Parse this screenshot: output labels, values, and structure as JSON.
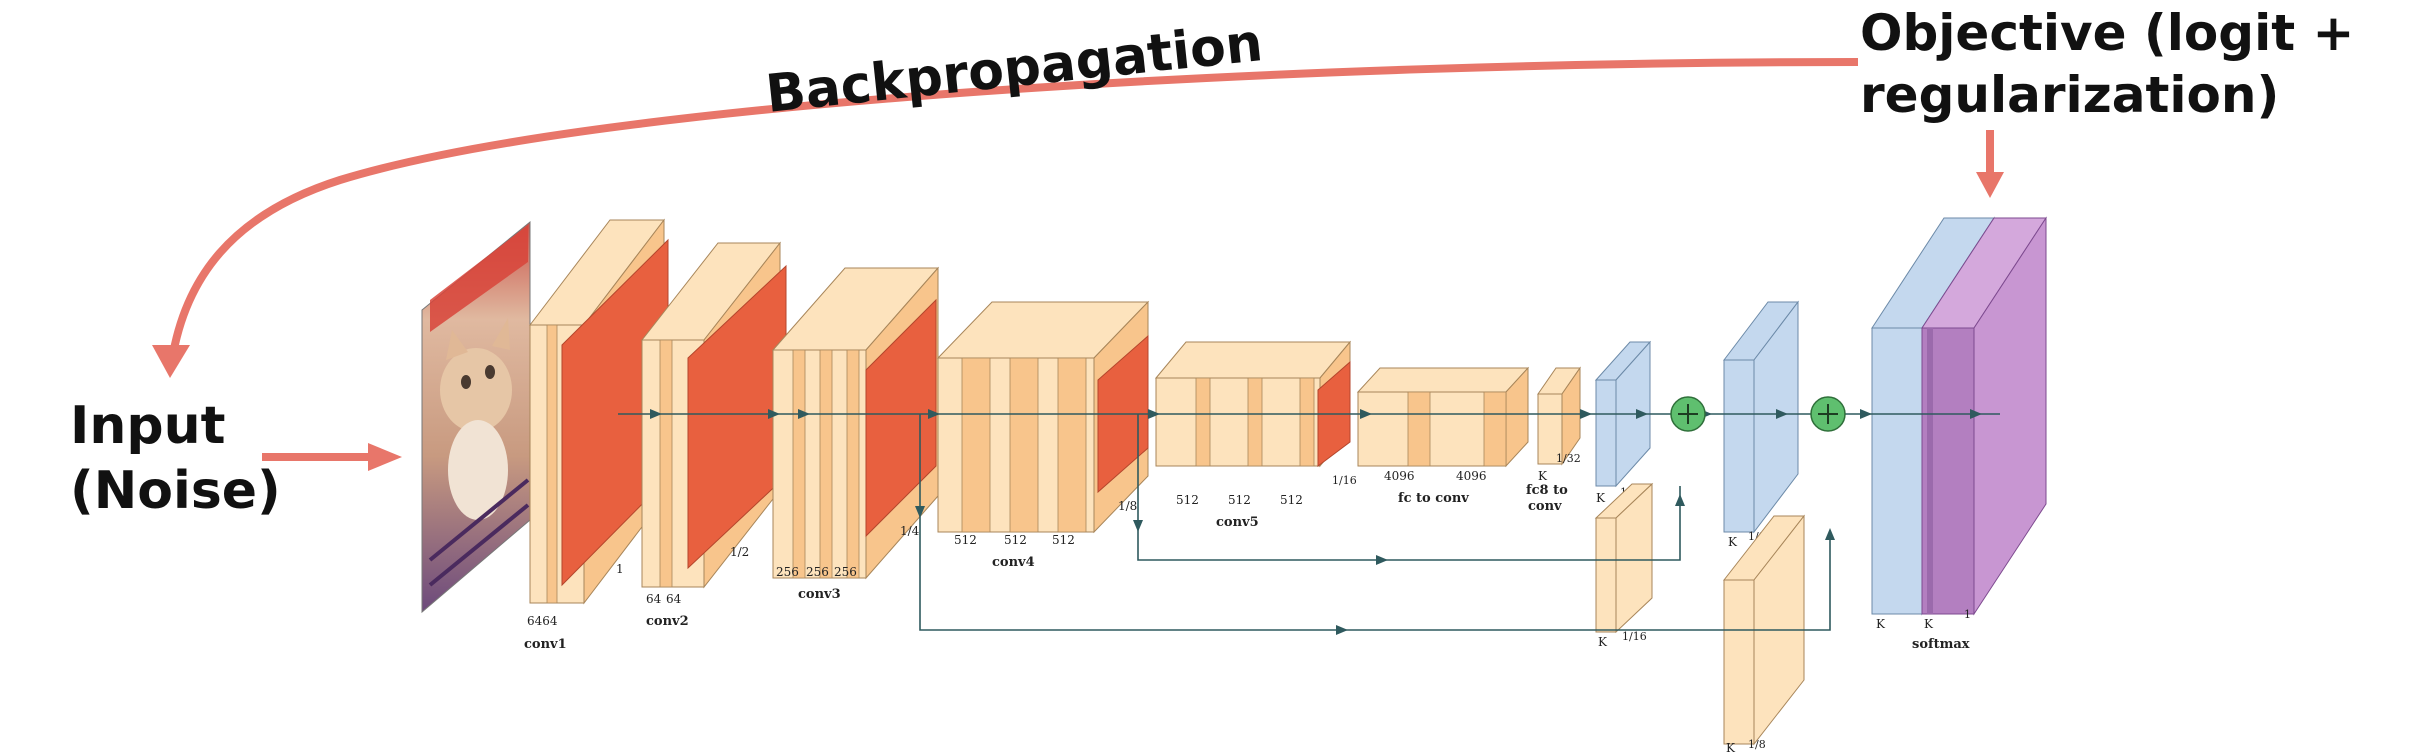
{
  "annotations": {
    "backprop": "Backpropagation",
    "objective_line1": "Objective (logit +",
    "objective_line2": "regularization)",
    "input_line1": "Input",
    "input_line2": "(Noise)"
  },
  "blocks": {
    "conv1": {
      "name": "conv1",
      "channels": "6464",
      "scale": "1"
    },
    "conv2": {
      "name": "conv2",
      "ch_a": "64",
      "ch_b": "64",
      "scale": "1/2"
    },
    "conv3": {
      "name": "conv3",
      "ch_a": "256",
      "ch_b": "256",
      "ch_c": "256",
      "scale": "1/4"
    },
    "conv4": {
      "name": "conv4",
      "ch_a": "512",
      "ch_b": "512",
      "ch_c": "512",
      "scale": "1/8"
    },
    "conv5": {
      "name": "conv5",
      "ch_a": "512",
      "ch_b": "512",
      "ch_c": "512",
      "scale": "1/16"
    },
    "fc": {
      "name": "fc to conv",
      "ch_a": "4096",
      "ch_b": "4096"
    },
    "fc8": {
      "name_line1": "fc8 to",
      "name_line2": "conv",
      "ch": "K",
      "scale": "1/32"
    },
    "score_a": {
      "ch": "K",
      "scale": "1/16"
    },
    "pool4_score": {
      "ch": "K",
      "scale": "1/16"
    },
    "score_b": {
      "ch": "K",
      "scale": "1/8"
    },
    "pool3_score": {
      "ch": "K",
      "scale": "1/8"
    },
    "softmax": {
      "name": "softmax",
      "ch_a": "K",
      "ch_b": "K",
      "scale": "1"
    }
  },
  "colors": {
    "arrow": "#e8766a",
    "slab_light": "#fde3bd",
    "slab_mid": "#f8c58c",
    "slab_dark": "#e8603f",
    "slab_stroke": "#a8865a",
    "blue": "#c4d8ee",
    "blue_stroke": "#6c8aa8",
    "purple": "#b37fc0",
    "purple_stroke": "#7d4a8f",
    "connector": "#2f5a5e",
    "sum_green": "#5fbf6f"
  }
}
